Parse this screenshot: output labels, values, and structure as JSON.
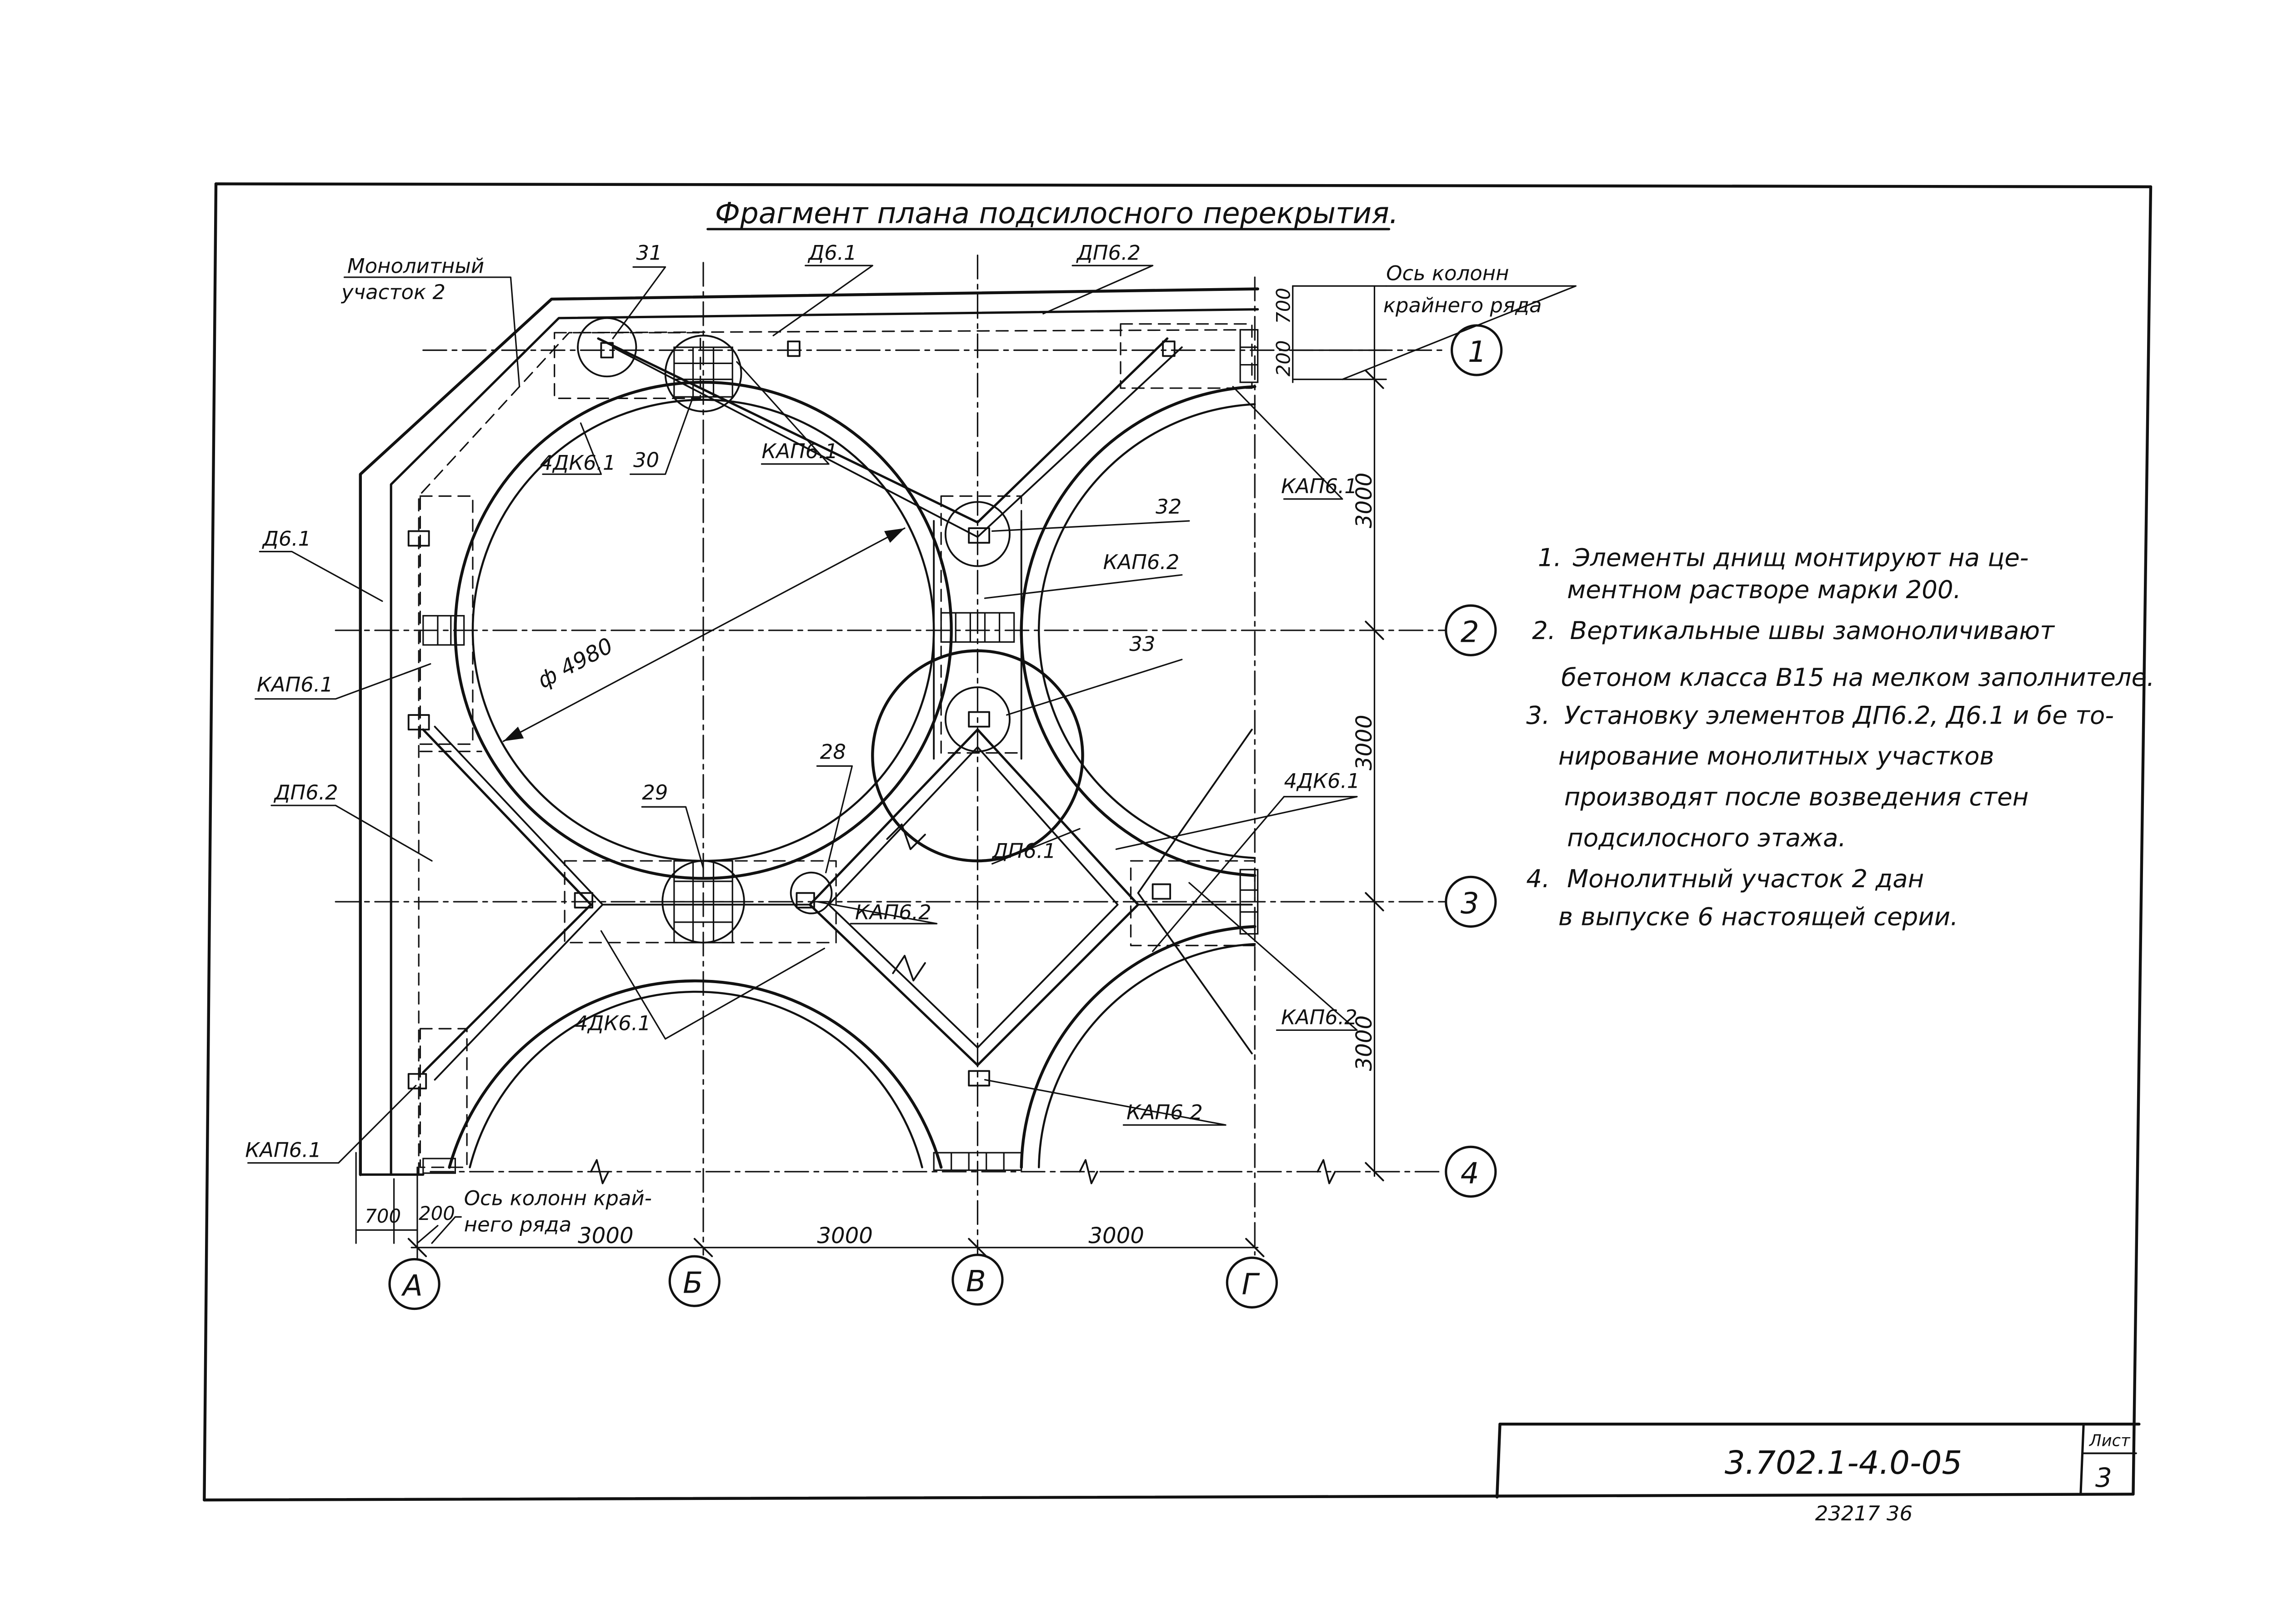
{
  "title": "Фрагмент плана подсилосного перекрытия.",
  "axes": {
    "rows": [
      "1",
      "2",
      "3",
      "4"
    ],
    "columns": [
      "А",
      "Б",
      "В",
      "Г"
    ]
  },
  "labels": {
    "monolith": [
      "Монолитный",
      "участок 2"
    ],
    "axis_outer_top": [
      "Ось колонн",
      "крайнего ряда"
    ],
    "axis_outer_bottom": [
      "Ось колонн край-",
      "него ряда"
    ],
    "d61_top": "Д6.1",
    "dp62_top": "ДП6.2",
    "n31": "31",
    "n30": "30",
    "kap61_top": "КАП6.1",
    "dk61_top": "4ДК6.1",
    "kap61_right": "КАП6.1",
    "n32": "32",
    "kap62_mid": "КАП6.2",
    "n33": "33",
    "d61_left": "Д6.1",
    "kap61_left": "КАП6.1",
    "diameter": "ф 4980",
    "dp62_left": "ДП6.2",
    "n29": "29",
    "n28": "28",
    "dp61_center": "ДП6.1",
    "kap62_center": "КАП6.2",
    "dk61_right": "4ДК6.1",
    "dk61_bottom": "4ДК6.1",
    "kap62_right": "КАП6.2",
    "kap62_bottom": "КАП6 2",
    "kap61_bottom_left": "КАП6.1"
  },
  "dimensions": {
    "d700_top": "700",
    "d200_top": "200",
    "d3000_v1": "3000",
    "d3000_v2": "3000",
    "d3000_v3": "3000",
    "d700_bottom": "700",
    "d200_bottom": "200",
    "d3000_h1": "3000",
    "d3000_h2": "3000",
    "d3000_h3": "3000"
  },
  "notes": [
    [
      "1.",
      "Элементы днищ монтируют  на це-",
      "ментном растворе  марки 200."
    ],
    [
      "2.",
      "Вертикальные швы замоноличивают",
      "бетоном   класса В15 на мелком заполнителе."
    ],
    [
      "3.",
      "Установку элементов ДП6.2, Д6.1 и бе то-",
      "нирование монолитных  участков",
      "производят  после  возведения  стен",
      "подсилосного  этажа."
    ],
    [
      "4.",
      "Монолитный  участок 2 дан",
      "в выпуске 6 настоящей  серии."
    ]
  ],
  "stamp": {
    "code": "3.702.1-4.0-05",
    "sheet_label": "Лист",
    "sheet_number": "3"
  },
  "archive_number": "23217   36"
}
